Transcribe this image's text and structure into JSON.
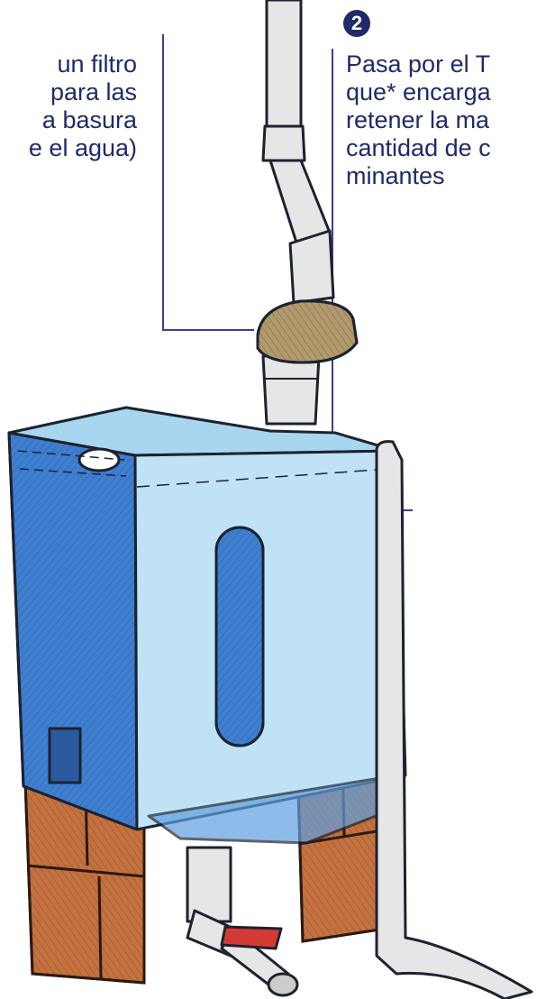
{
  "colors": {
    "callout_text": "#1f2a6b",
    "leader_line": "#3b3f8f",
    "tank_fill": "#bfe3f4",
    "tank_shadow": "#3f7fd0",
    "pipe": "#e6e6e6",
    "filter_cloth": "#b19a6e",
    "bricks": "#c5713f",
    "valve_handle": "#d43a34"
  },
  "callouts": [
    {
      "id": "step-1",
      "lines": [
        "un filtro",
        "para las",
        "a basura",
        "e el agua)"
      ]
    },
    {
      "id": "step-2",
      "number": "2",
      "lines": [
        "Pasa por el T",
        "que* encarga",
        "retener la ma",
        "cantidad de c",
        "minantes"
      ]
    }
  ],
  "icons": {
    "step_badge": "numbered-circle-icon",
    "illustration": "rainwater-tank-illustration"
  }
}
